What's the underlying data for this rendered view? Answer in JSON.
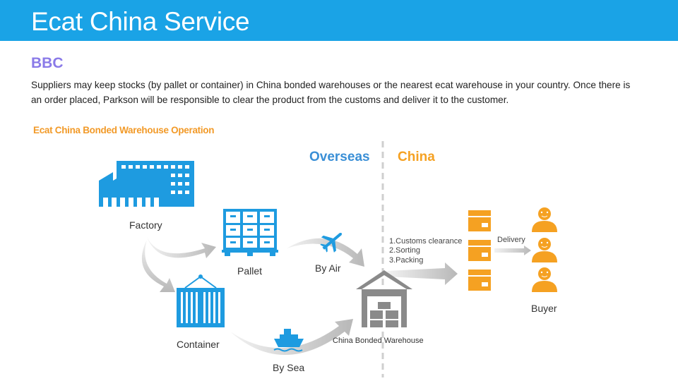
{
  "header": {
    "title": "Ecat China Service"
  },
  "section": {
    "title": "BBC"
  },
  "description": "Suppliers may keep stocks (by pallet or container) in China bonded warehouses or the nearest ecat warehouse in your country. Once there is an order placed, Parkson will be responsible to clear the product from the customs and deliver it to the customer.",
  "diagram": {
    "title": "Ecat China Bonded Warehouse Operation",
    "region_left": "Overseas",
    "region_right": "China",
    "labels": {
      "factory": "Factory",
      "pallet": "Pallet",
      "container": "Container",
      "by_air": "By Air",
      "by_sea": "By Sea",
      "warehouse": "China Bonded Warehouse",
      "delivery": "Delivery",
      "buyer": "Buyer"
    },
    "steps": [
      "1.Customs clearance",
      "2.Sorting",
      "3.Packing"
    ]
  },
  "colors": {
    "header": "#1aa3e6",
    "icon_blue": "#1e9be0",
    "orange": "#f5a122",
    "gray": "#8a8a8a",
    "section": "#8a7ae8"
  }
}
